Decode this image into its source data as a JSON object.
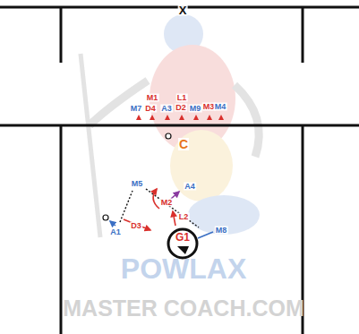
{
  "diagram": {
    "nodes": [
      {
        "text": [
          "G1"
        ]
      }
    ],
    "labels": [
      "X",
      "M1",
      "L1",
      "M7",
      "D4",
      "A3",
      "D2",
      "M9",
      "M3",
      "M4",
      "C",
      "M5",
      "A4",
      "M2",
      "L2",
      "A1",
      "D3",
      "M8",
      "POWLAX",
      "MASTER COACH.COM"
    ]
  }
}
